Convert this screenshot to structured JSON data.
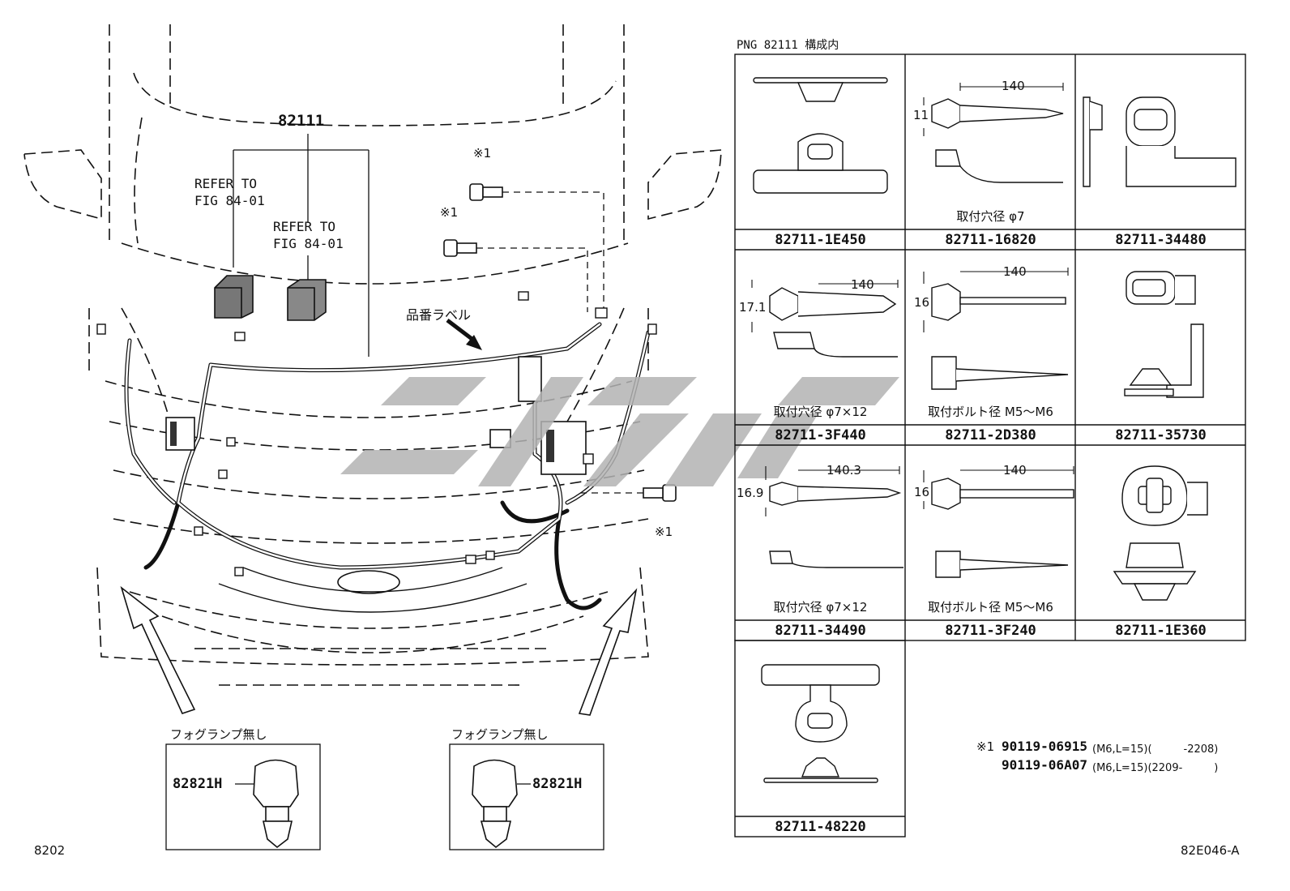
{
  "header": {
    "png_label": "PNG 82111 構成内"
  },
  "diagram": {
    "main_part": "82111",
    "refer_1": [
      "REFER TO",
      "FIG 84-01"
    ],
    "refer_2": [
      "REFER TO",
      "FIG 84-01"
    ],
    "label_part": "品番ラベル",
    "asterisk_marks": [
      "※1",
      "※1",
      "※1"
    ],
    "fog_lamp_left_caption": "フォグランプ無し",
    "fog_lamp_right_caption": "フォグランプ無し",
    "fog_lamp_left_part": "82821H",
    "fog_lamp_right_part": "82821H"
  },
  "clamps": [
    {
      "part": "82711-1E450",
      "caption": "",
      "dims": []
    },
    {
      "part": "82711-16820",
      "caption": "取付穴径 φ7",
      "dims": [
        "140",
        "11"
      ]
    },
    {
      "part": "82711-34480",
      "caption": "",
      "dims": []
    },
    {
      "part": "82711-3F440",
      "caption": "取付穴径 φ7×12",
      "dims": [
        "140",
        "17.1"
      ]
    },
    {
      "part": "82711-2D380",
      "caption": "取付ボルト径 M5～M6",
      "dims": [
        "140",
        "16"
      ]
    },
    {
      "part": "82711-35730",
      "caption": "",
      "dims": []
    },
    {
      "part": "82711-34490",
      "caption": "取付穴径 φ7×12",
      "dims": [
        "140.3",
        "16.9"
      ]
    },
    {
      "part": "82711-3F240",
      "caption": "取付ボルト径 M5～M6",
      "dims": [
        "140",
        "16"
      ]
    },
    {
      "part": "82711-1E360",
      "caption": "",
      "dims": []
    },
    {
      "part": "82711-48220",
      "caption": "",
      "dims": []
    }
  ],
  "bolt_note": {
    "mark": "※1",
    "line1_part": "90119-06915",
    "line1_spec": "(M6,L=15)(　　　-2208)",
    "line2_part": "90119-06A07",
    "line2_spec": "(M6,L=15)(2209-　　　)"
  },
  "footer": {
    "page_left": "8202",
    "code_right": "82E046-A"
  }
}
